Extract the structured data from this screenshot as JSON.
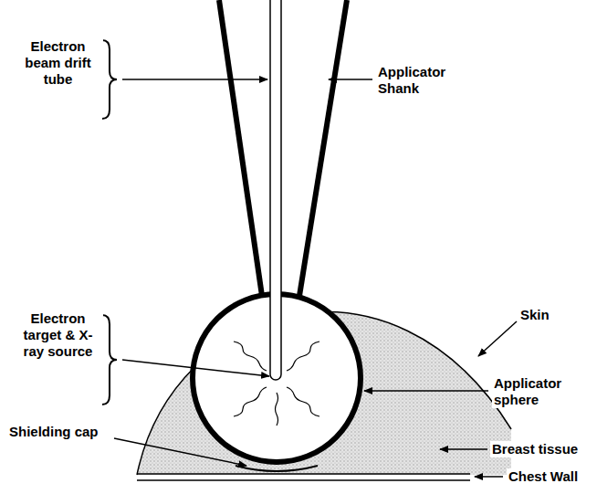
{
  "diagram": {
    "labels": [
      "Electron beam drift tube",
      "Applicator Shank",
      "Skin",
      "Electron target & X-ray source",
      "Applicator sphere",
      "Shielding cap",
      "Breast tissue",
      "Chest Wall"
    ]
  }
}
